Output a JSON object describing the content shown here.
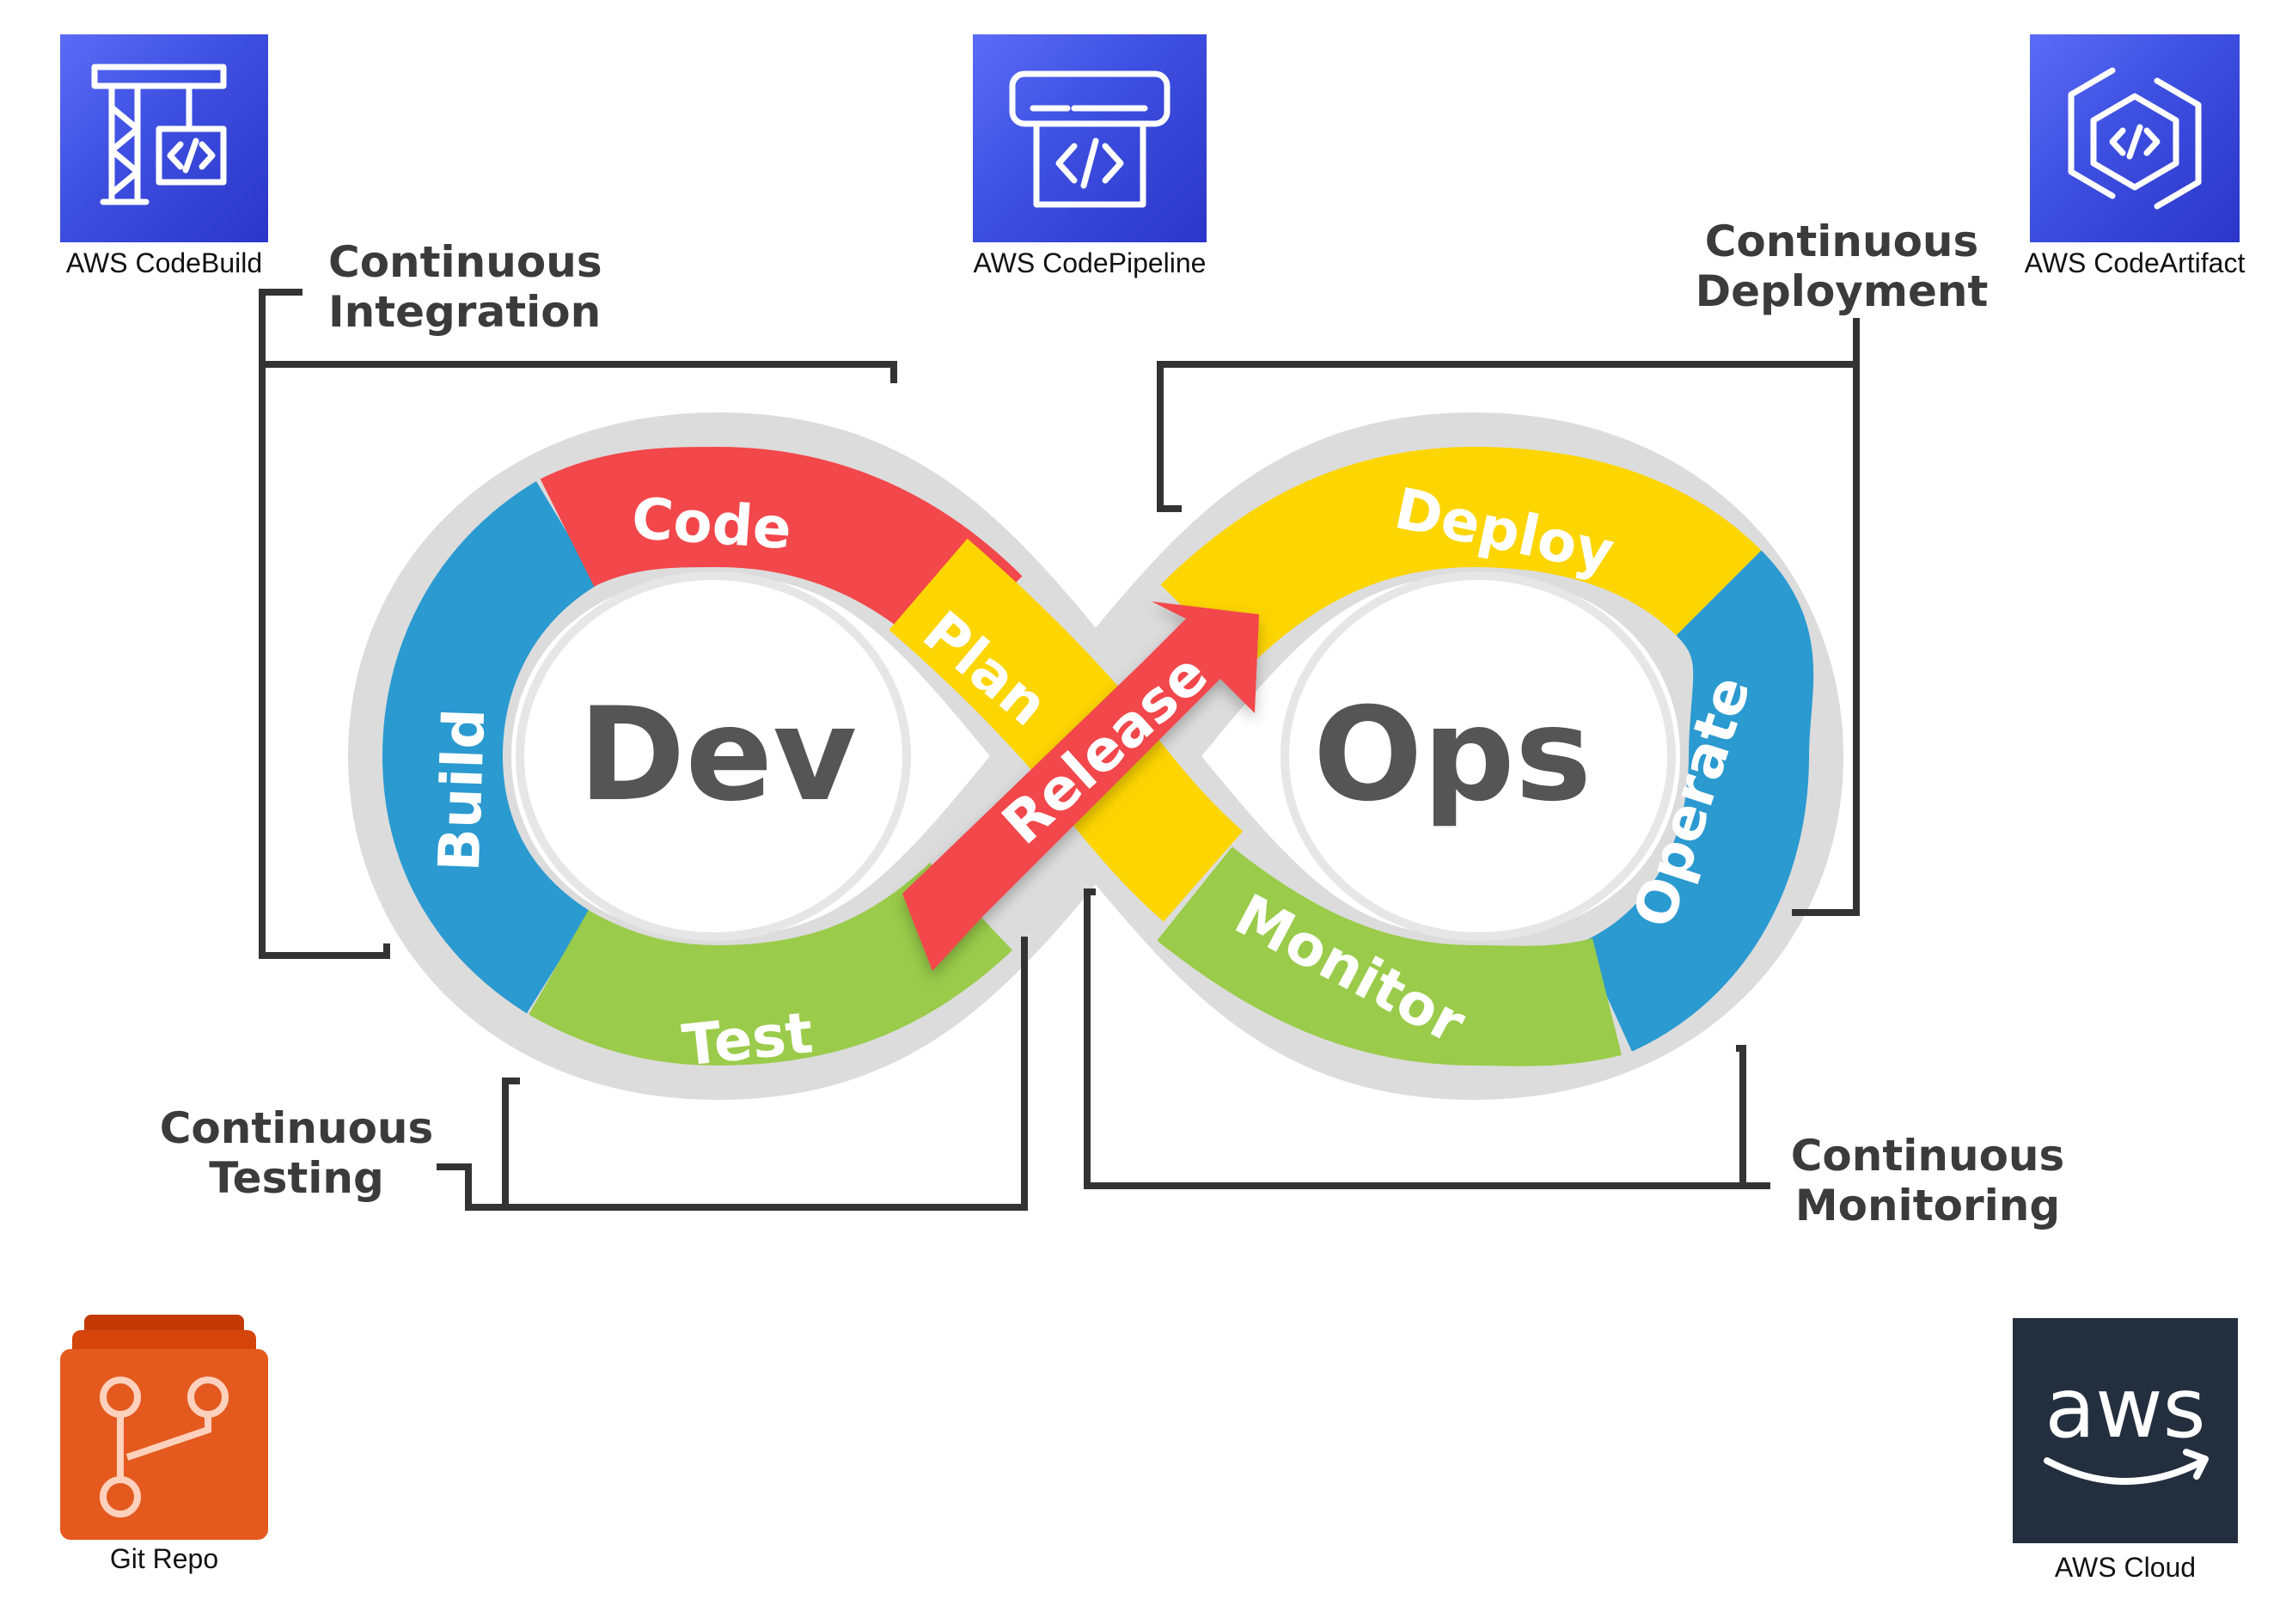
{
  "services": {
    "codebuild": {
      "label": "AWS CodeBuild",
      "icon": "crane-icon",
      "color": "#3f51e4"
    },
    "codepipeline": {
      "label": "AWS CodePipeline",
      "icon": "pipeline-icon",
      "color": "#3f51e4"
    },
    "codeartifact": {
      "label": "AWS CodeArtifact",
      "icon": "artifact-icon",
      "color": "#3f51e4"
    },
    "gitrepo": {
      "label": "Git Repo",
      "icon": "git-branch-icon",
      "color": "#e05a1f"
    },
    "awscloud": {
      "label": "AWS Cloud",
      "icon": "aws-logo-icon",
      "color": "#232f3e",
      "logo_text": "aws"
    }
  },
  "loop": {
    "dev": "Dev",
    "ops": "Ops",
    "stages": {
      "code": "Code",
      "plan": "Plan",
      "build": "Build",
      "test": "Test",
      "release": "Release",
      "deploy": "Deploy",
      "operate": "Operate",
      "monitor": "Monitor"
    },
    "colors": {
      "red": "#f2474b",
      "yellow": "#fdd500",
      "blue": "#2b9ad0",
      "green": "#9acb4a"
    }
  },
  "phases": {
    "integration": [
      "Continuous",
      "Integration"
    ],
    "deployment": [
      "Continuous",
      "Deployment"
    ],
    "testing": [
      "Continuous",
      "Testing"
    ],
    "monitoring": [
      "Continuous",
      "Monitoring"
    ]
  }
}
